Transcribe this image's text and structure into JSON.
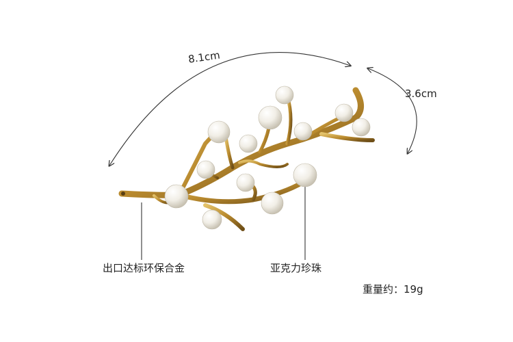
{
  "measurements": {
    "length": "8.1cm",
    "width": "3.6cm"
  },
  "callouts": {
    "material": "出口达标环保合金",
    "pearl": "亚克力珍珠"
  },
  "weight": "重量约：19g",
  "colors": {
    "background": "#ffffff",
    "gold": "#c9a23f",
    "gold_dark": "#7a5a1c",
    "pearl": "#f4f1ea",
    "line": "#333333",
    "text": "#222222"
  }
}
